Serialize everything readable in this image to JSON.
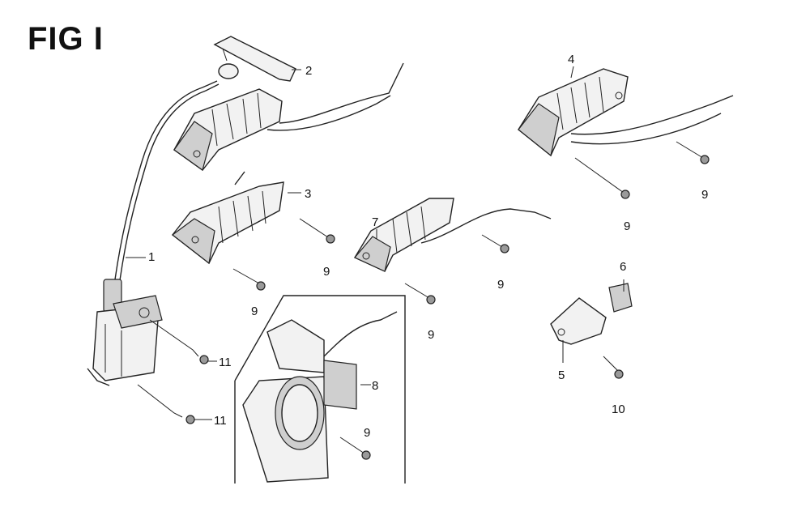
{
  "figure": {
    "title": "FIG I"
  },
  "callouts": [
    "1",
    "2",
    "3",
    "4",
    "5",
    "6",
    "7",
    "8",
    "9",
    "9",
    "9",
    "9",
    "9",
    "9",
    "9",
    "10",
    "11",
    "11"
  ],
  "palette": {
    "ink": "#222222",
    "paper": "#ffffff",
    "coil_fill": "#f2f2f2",
    "shade": "#cfcfcf"
  }
}
